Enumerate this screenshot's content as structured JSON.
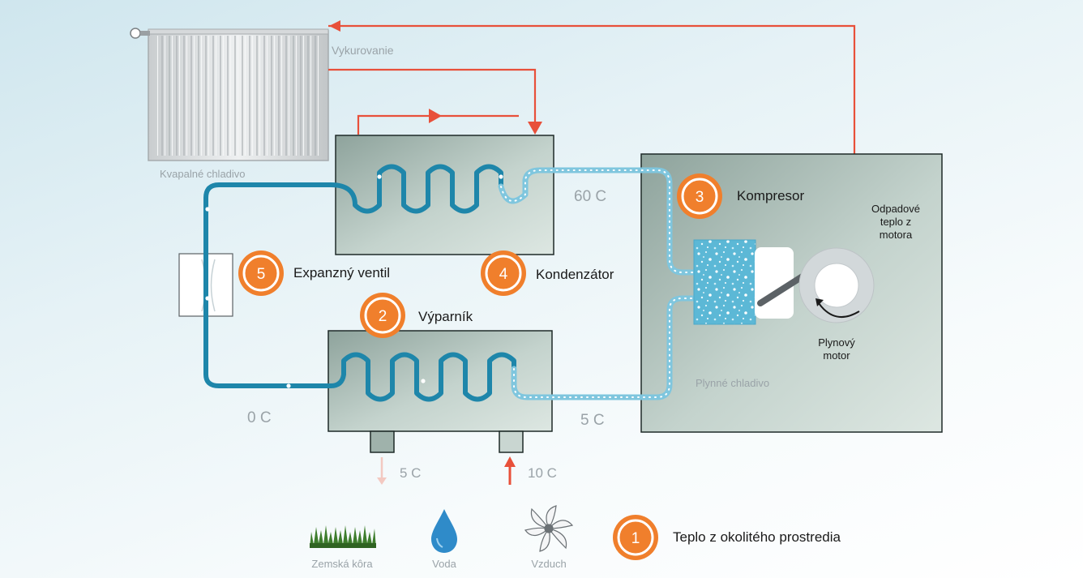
{
  "labels": {
    "heating": "Vykurovanie",
    "liquid_refrigerant": "Kvapalné chladivo",
    "gas_refrigerant": "Plynné chladivo",
    "temp_condenser": "60 C",
    "temp_evaporator_out": "5 C",
    "temp_expansion": "0 C",
    "temp_outflow": "5 C",
    "temp_inflow": "10 C",
    "waste_heat": [
      "Odpadové",
      "teplo z",
      "motora"
    ],
    "gas_engine": [
      "Plynový",
      "motor"
    ]
  },
  "steps": [
    {
      "number": "1",
      "label": "Teplo z okolitého prostredia"
    },
    {
      "number": "2",
      "label": "Výparník"
    },
    {
      "number": "3",
      "label": "Kompresor"
    },
    {
      "number": "4",
      "label": "Kondenzátor"
    },
    {
      "number": "5",
      "label": "Expanzný ventil"
    }
  ],
  "sources": [
    {
      "icon": "grass-icon",
      "label": "Zemská kôra"
    },
    {
      "icon": "water-drop-icon",
      "label": "Voda"
    },
    {
      "icon": "fan-icon",
      "label": "Vzduch"
    }
  ],
  "colors": {
    "liquid_pipe": "#1e86aa",
    "gas_pipe": "#7fc6de",
    "heat_flow": "#e8503a",
    "step_badge": "#f07f2c",
    "box_fill": "#b9c9c3"
  }
}
